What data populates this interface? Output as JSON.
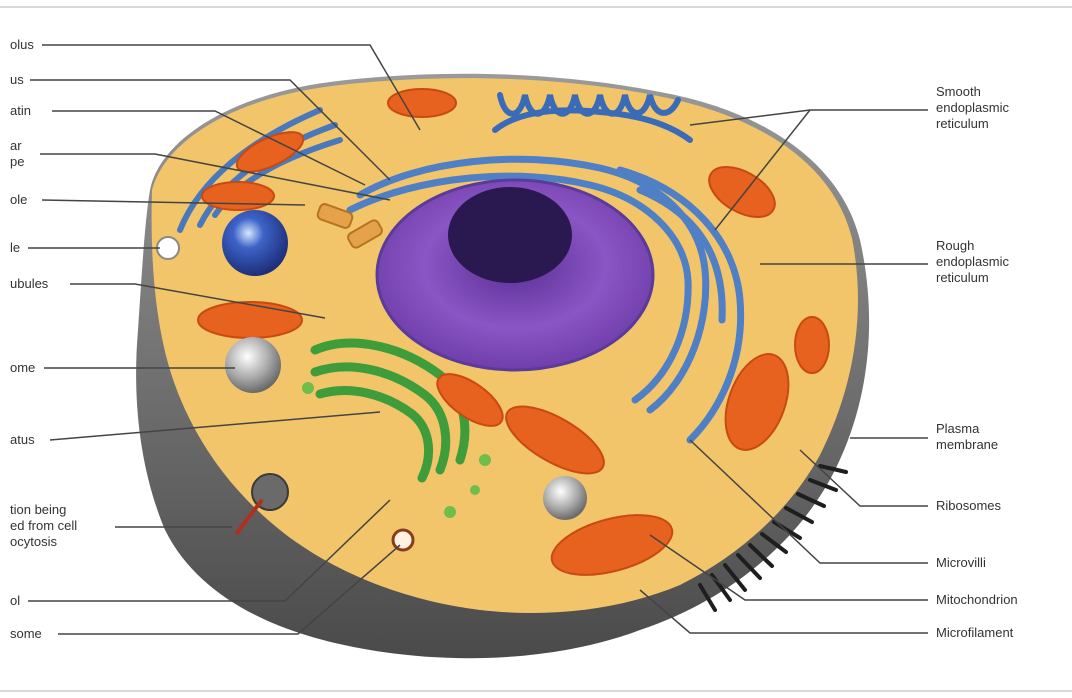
{
  "labels_left": [
    {
      "id": "nucleolus",
      "text": "olus"
    },
    {
      "id": "nucleus",
      "text": "us"
    },
    {
      "id": "chromatin",
      "text": "atin"
    },
    {
      "id": "nuclear-envelope",
      "text": "ar\npe"
    },
    {
      "id": "vesicle-1",
      "text": "ole"
    },
    {
      "id": "vesicle-2",
      "text": "le"
    },
    {
      "id": "microtubules",
      "text": "ubules"
    },
    {
      "id": "lysosome",
      "text": "ome"
    },
    {
      "id": "golgi",
      "text": "atus"
    },
    {
      "id": "endocytosis",
      "text": "tion being\ned from cell\nocytosis"
    },
    {
      "id": "cytosol",
      "text": "ol"
    },
    {
      "id": "peroxisome",
      "text": "some"
    }
  ],
  "labels_right": [
    {
      "id": "smooth-er",
      "text": "Smooth\nendoplasmic\nreticulum"
    },
    {
      "id": "rough-er",
      "text": "Rough\nendoplasmic\nreticulum"
    },
    {
      "id": "plasma-membrane",
      "text": "Plasma\nmembrane"
    },
    {
      "id": "ribosomes",
      "text": "Ribosomes"
    },
    {
      "id": "microvilli",
      "text": "Microvilli"
    },
    {
      "id": "mitochondrion",
      "text": "Mitochondrion"
    },
    {
      "id": "microfilament",
      "text": "Microfilament"
    }
  ],
  "colors": {
    "cytoplasm": "#f2c56a",
    "membrane": "#7d7d7d",
    "nucleus": "#7f4ab8",
    "nucleolus": "#2a1850",
    "er": "#4f7fc4",
    "golgi": "#3f9c3a",
    "mitochondria": "#e8621f",
    "leader_lines": "#444444"
  }
}
